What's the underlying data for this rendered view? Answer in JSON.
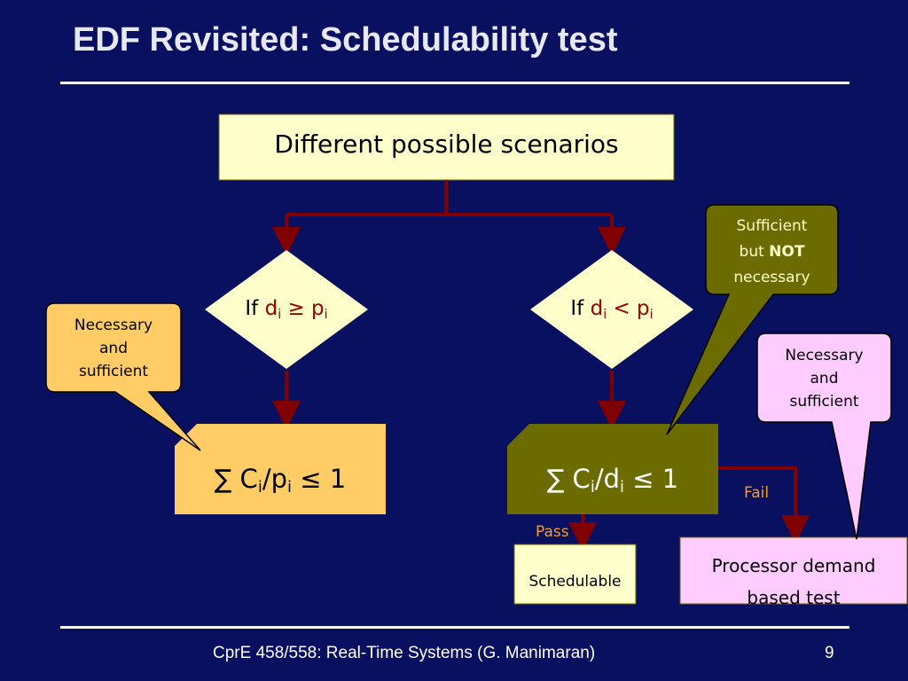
{
  "title": "EDF Revisited: Schedulability test",
  "root_box": "Different possible scenarios",
  "left_branch": {
    "cond_prefix": "If ",
    "cond_d": "d",
    "cond_i1": "i",
    "cond_op": " ≥ p",
    "cond_i2": "i",
    "test_sum": "∑ C",
    "test_i1": "i",
    "test_mid": "/p",
    "test_i2": "i",
    "test_end": " ≤ 1"
  },
  "right_branch": {
    "cond_prefix": "If ",
    "cond_d": "d",
    "cond_i1": "i",
    "cond_op": " < p",
    "cond_i2": "i",
    "test_sum": "∑ C",
    "test_i1": "i",
    "test_mid": "/d",
    "test_i2": "i",
    "test_end": " ≤ 1",
    "pass_label": "Pass",
    "fail_label": "Fail",
    "pass_result": "Schedulable",
    "fail_result_line1": "Processor demand",
    "fail_result_line2": "based test"
  },
  "callouts": {
    "left": [
      "Necessary",
      "and",
      "sufficient"
    ],
    "top_right_line1": "Sufficient",
    "top_right_but": "but ",
    "top_right_not": "NOT",
    "top_right_line3": "necessary",
    "right": [
      "Necessary",
      "and",
      "sufficient"
    ]
  },
  "footer": "CprE 458/558: Real-Time Systems (G. Manimaran)",
  "page_number": "9",
  "colors": {
    "background": "#0a1060",
    "box_light_yellow": "#ffffcc",
    "box_orange": "#ffcc66",
    "box_olive": "#6b6b00",
    "box_pink": "#ffccff",
    "connector": "#800000",
    "labels": "#f2a020"
  }
}
